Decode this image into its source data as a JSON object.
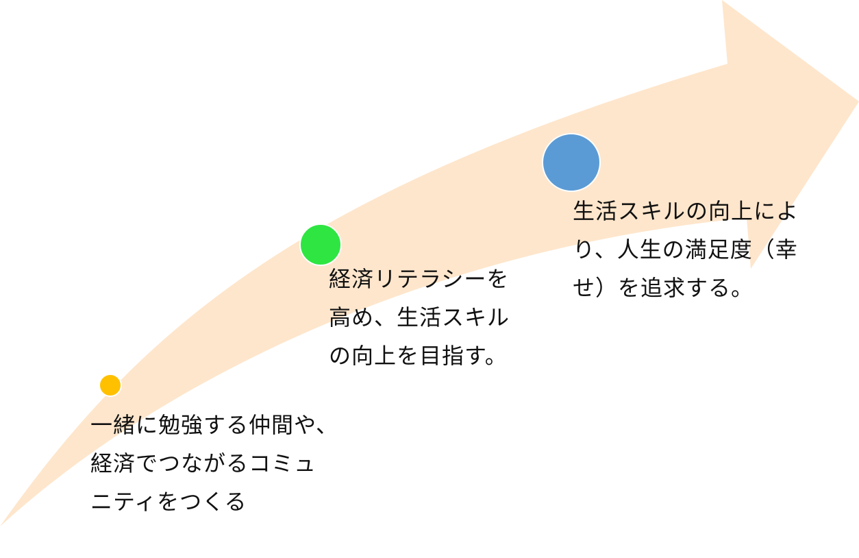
{
  "colors": {
    "arrow_fill": "#FEE6CC",
    "step1_dot": "#FFC000",
    "step2_dot": "#2FE542",
    "step3_dot": "#5B9BD5",
    "dot_border": "#FFFFFF",
    "text": "#111111"
  },
  "steps": [
    {
      "lines": [
        "一緒に勉強する仲間や、",
        "経済でつながるコミュ",
        "ニティをつくる"
      ]
    },
    {
      "lines": [
        "経済リテラシーを",
        "高め、生活スキル",
        "の向上を目指す。"
      ]
    },
    {
      "lines": [
        "生活スキルの向上によ",
        "り、人生の満足度（幸",
        "せ）を追求する。"
      ]
    }
  ]
}
